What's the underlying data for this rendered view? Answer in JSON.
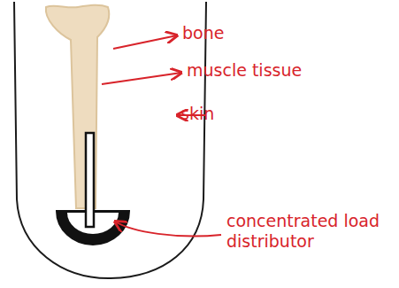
{
  "diagram": {
    "labels": [
      "bone",
      "muscle tissue",
      "skin",
      "concentrated load distributor"
    ]
  }
}
